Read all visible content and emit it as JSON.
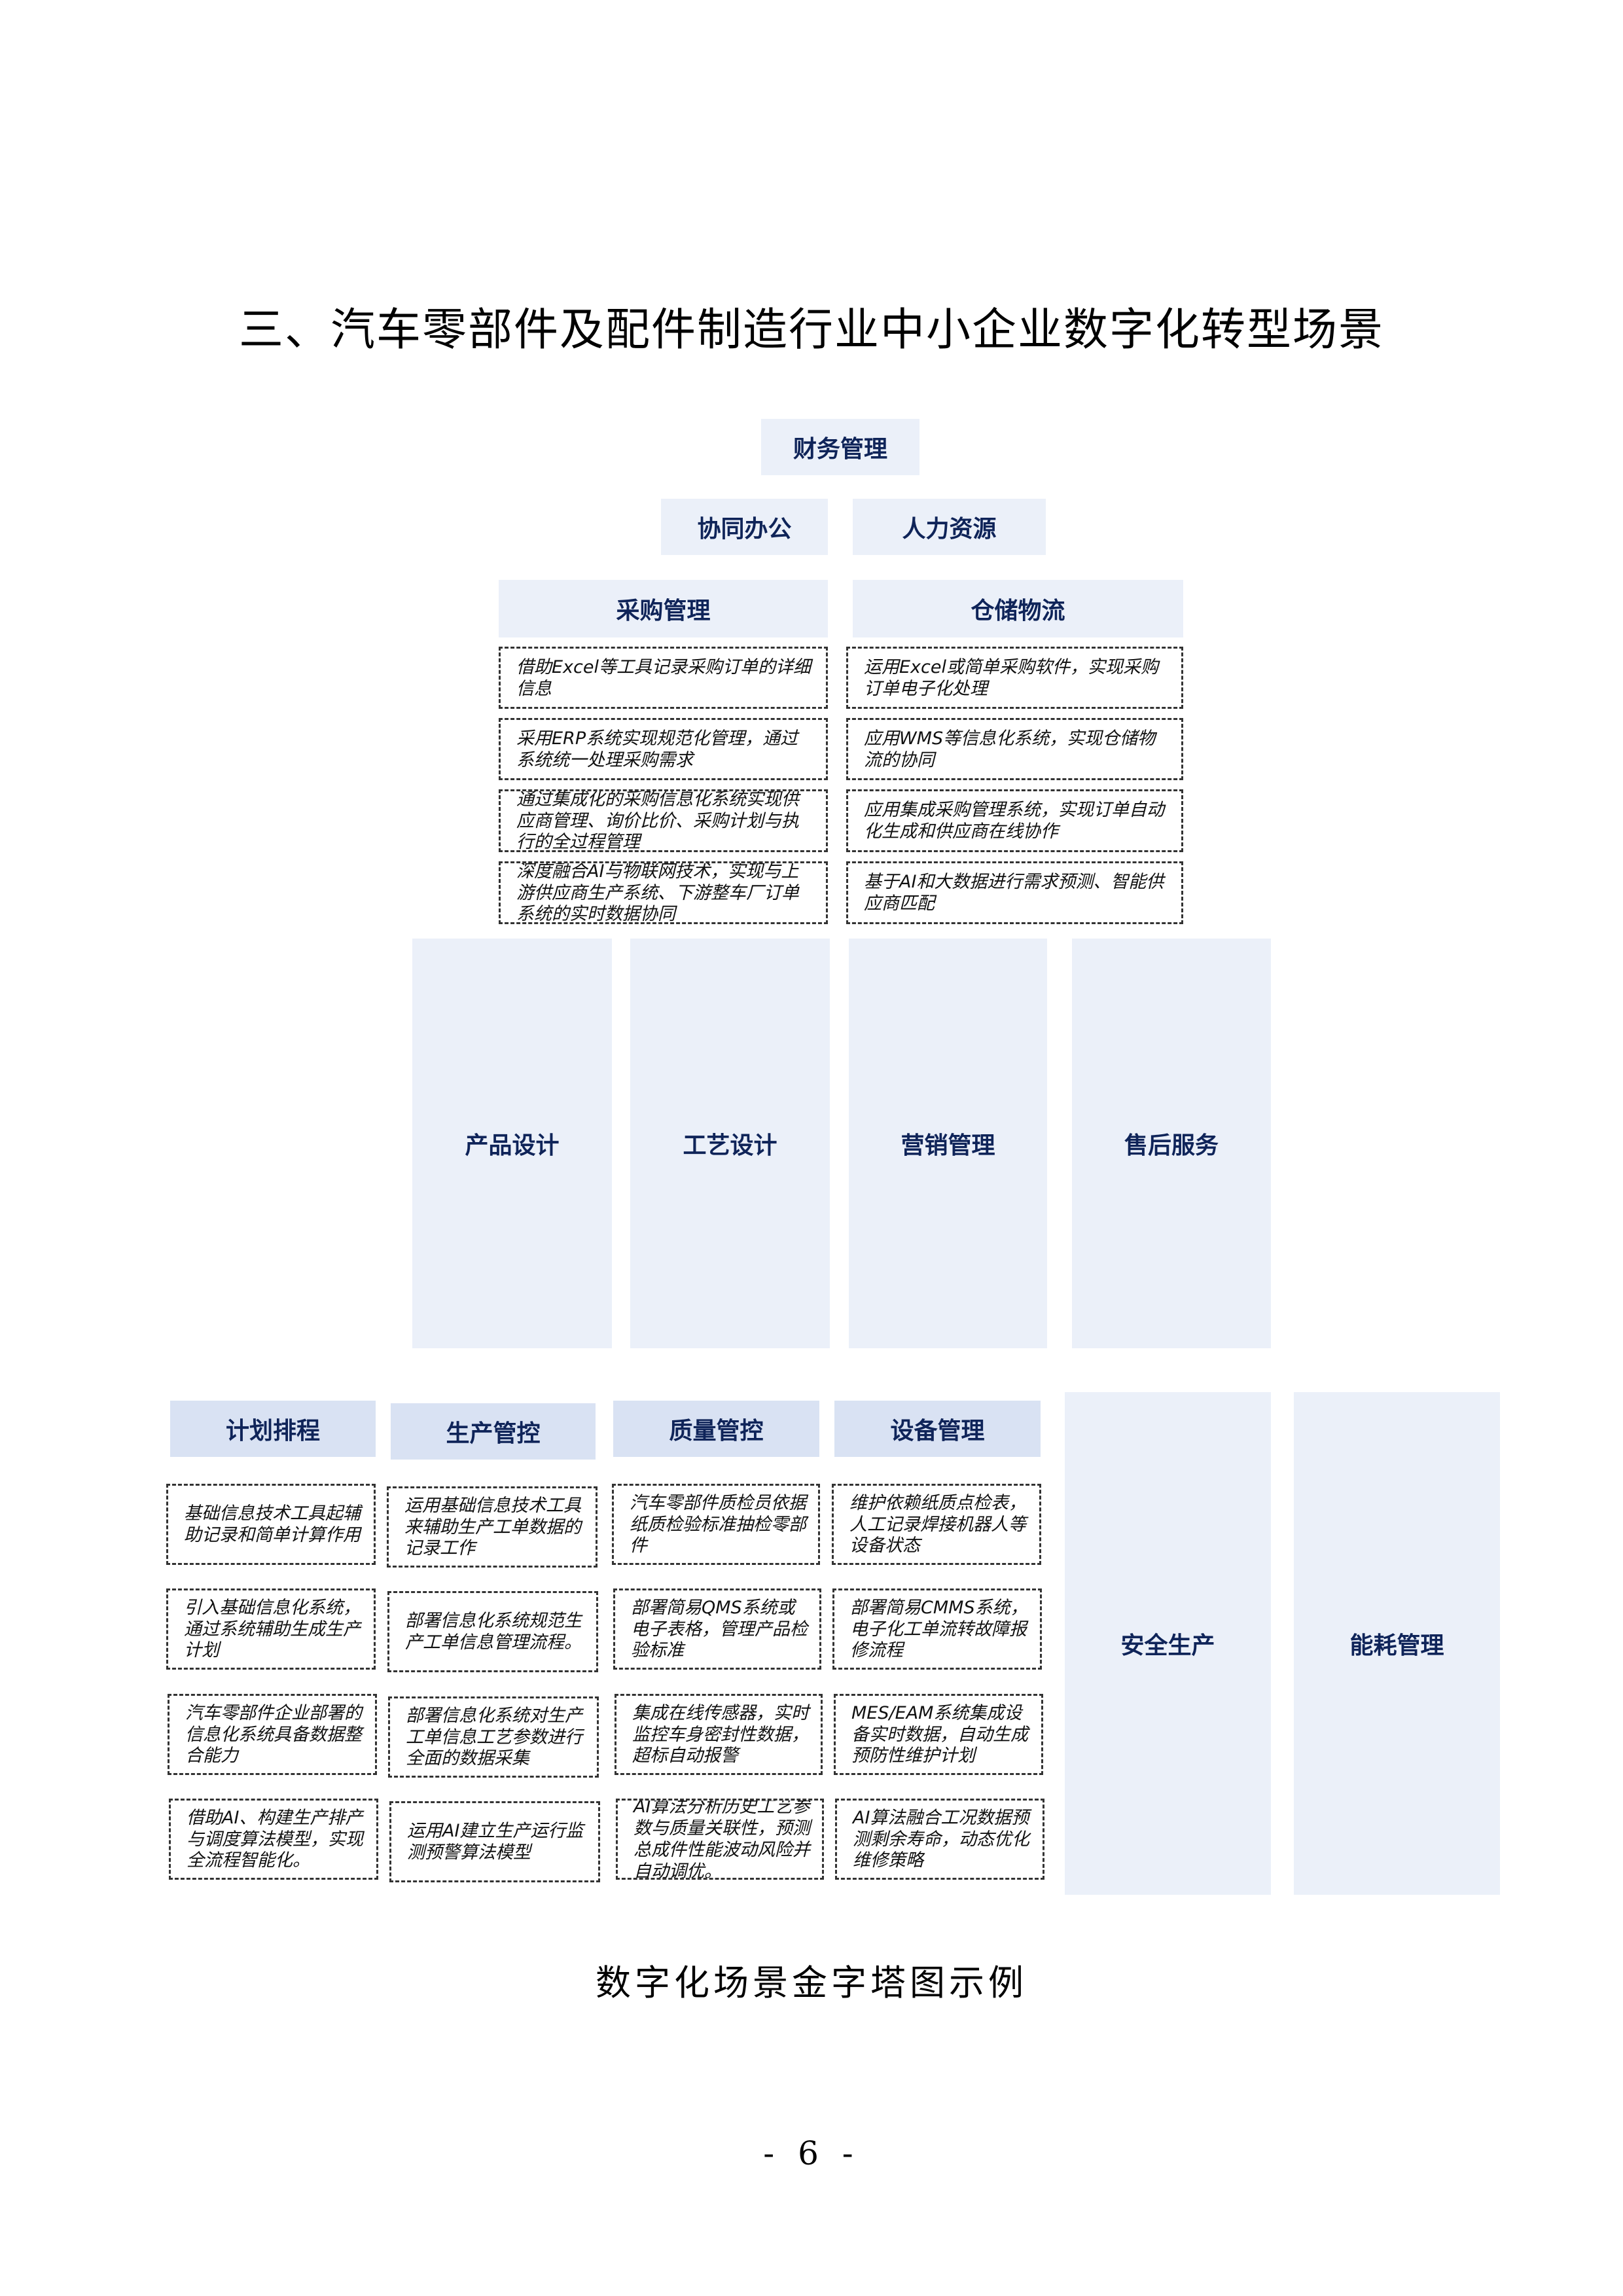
{
  "page": {
    "title": "三、汽车零部件及配件制造行业中小企业数字化转型场景",
    "caption": "数字化场景金字塔图示例",
    "page_number": "- 6 -"
  },
  "pyramid": {
    "top": {
      "label": "财务管理"
    },
    "tier2": [
      {
        "label": "协同办公"
      },
      {
        "label": "人力资源"
      }
    ],
    "tier3": [
      {
        "label": "采购管理",
        "levels": [
          "借助Excel等工具记录采购订单的详细信息",
          "采用ERP系统实现规范化管理，通过系统统一处理采购需求",
          "通过集成化的采购信息化系统实现供应商管理、询价比价、采购计划与执行的全过程管理",
          "深度融合AI与物联网技术，实现与上游供应商生产系统、下游整车厂订单系统的实时数据协同"
        ]
      },
      {
        "label": "仓储物流",
        "levels": [
          "运用Excel或简单采购软件，实现采购订单电子化处理",
          "应用WMS等信息化系统，实现仓储物流的协同",
          "应用集成采购管理系统，实现订单自动化生成和供应商在线协作",
          "基于AI和大数据进行需求预测、智能供应商匹配"
        ]
      }
    ],
    "tier4": [
      {
        "label": "产品设计"
      },
      {
        "label": "工艺设计"
      },
      {
        "label": "营销管理"
      },
      {
        "label": "售后服务"
      }
    ],
    "base": [
      {
        "label": "计划排程",
        "levels": [
          "基础信息技术工具起辅助记录和简单计算作用",
          "引入基础信息化系统，通过系统辅助生成生产计划",
          "汽车零部件企业部署的信息化系统具备数据整合能力",
          "借助AI、构建生产排产与调度算法模型，实现全流程智能化。"
        ]
      },
      {
        "label": "生产管控",
        "levels": [
          "运用基础信息技术工具来辅助生产工单数据的记录工作",
          "部署信息化系统规范生产工单信息管理流程。",
          "部署信息化系统对生产工单信息工艺参数进行全面的数据采集",
          "运用AI建立生产运行监测预警算法模型"
        ]
      },
      {
        "label": "质量管控",
        "levels": [
          "汽车零部件质检员依据纸质检验标准抽检零部件",
          "部署简易QMS系统或电子表格，管理产品检验标准",
          "集成在线传感器，实时监控车身密封性数据，超标自动报警",
          "AI算法分析历史工艺参数与质量关联性，预测总成件性能波动风险并自动调优。"
        ]
      },
      {
        "label": "设备管理",
        "levels": [
          "维护依赖纸质点检表，人工记录焊接机器人等设备状态",
          "部署简易CMMS系统，电子化工单流转故障报修流程",
          "MES/EAM系统集成设备实时数据，自动生成预防性维护计划",
          "AI算法融合工况数据预测剩余寿命，动态优化维修策略"
        ]
      }
    ],
    "base_tall": [
      {
        "label": "安全生产"
      },
      {
        "label": "能耗管理"
      }
    ]
  },
  "colors": {
    "box_light": "#ebf0f9",
    "box_mid": "#d9e2f3",
    "label_text": "#0f2459",
    "dashed_border": "#333333"
  }
}
